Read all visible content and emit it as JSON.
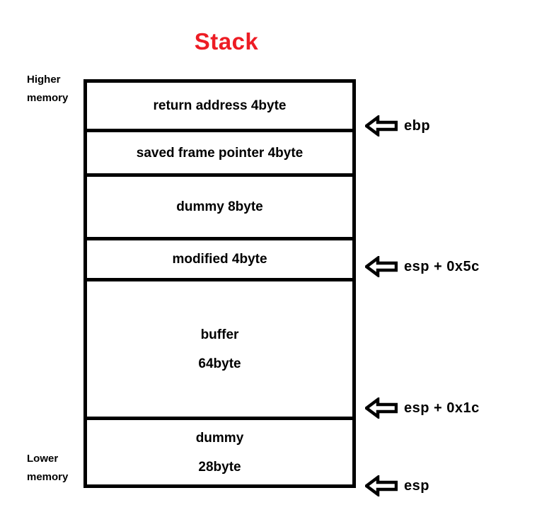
{
  "title": "Stack",
  "colors": {
    "title": "#ED1C24",
    "outline": "#000000",
    "background": "#FFFFFF",
    "text": "#000000"
  },
  "side_labels": {
    "higher_line1": "Higher",
    "higher_line2": "memory",
    "lower_line1": "Lower",
    "lower_line2": "memory"
  },
  "diagram": {
    "type": "memory-layout",
    "rows": [
      {
        "line1": "return address 4byte",
        "line2": "",
        "size_bytes": 4
      },
      {
        "line1": "saved frame pointer 4byte",
        "line2": "",
        "size_bytes": 4
      },
      {
        "line1": "dummy 8byte",
        "line2": "",
        "size_bytes": 8
      },
      {
        "line1": "modified 4byte",
        "line2": "",
        "size_bytes": 4
      },
      {
        "line1": "buffer",
        "line2": "64byte",
        "size_bytes": 64
      },
      {
        "line1": "dummy",
        "line2": "28byte",
        "size_bytes": 28
      }
    ]
  },
  "pointers": [
    {
      "label": "ebp",
      "icon": "arrow-left-icon"
    },
    {
      "label": "esp + 0x5c",
      "icon": "arrow-left-icon"
    },
    {
      "label": "esp + 0x1c",
      "icon": "arrow-left-icon"
    },
    {
      "label": "esp",
      "icon": "arrow-left-icon"
    }
  ]
}
